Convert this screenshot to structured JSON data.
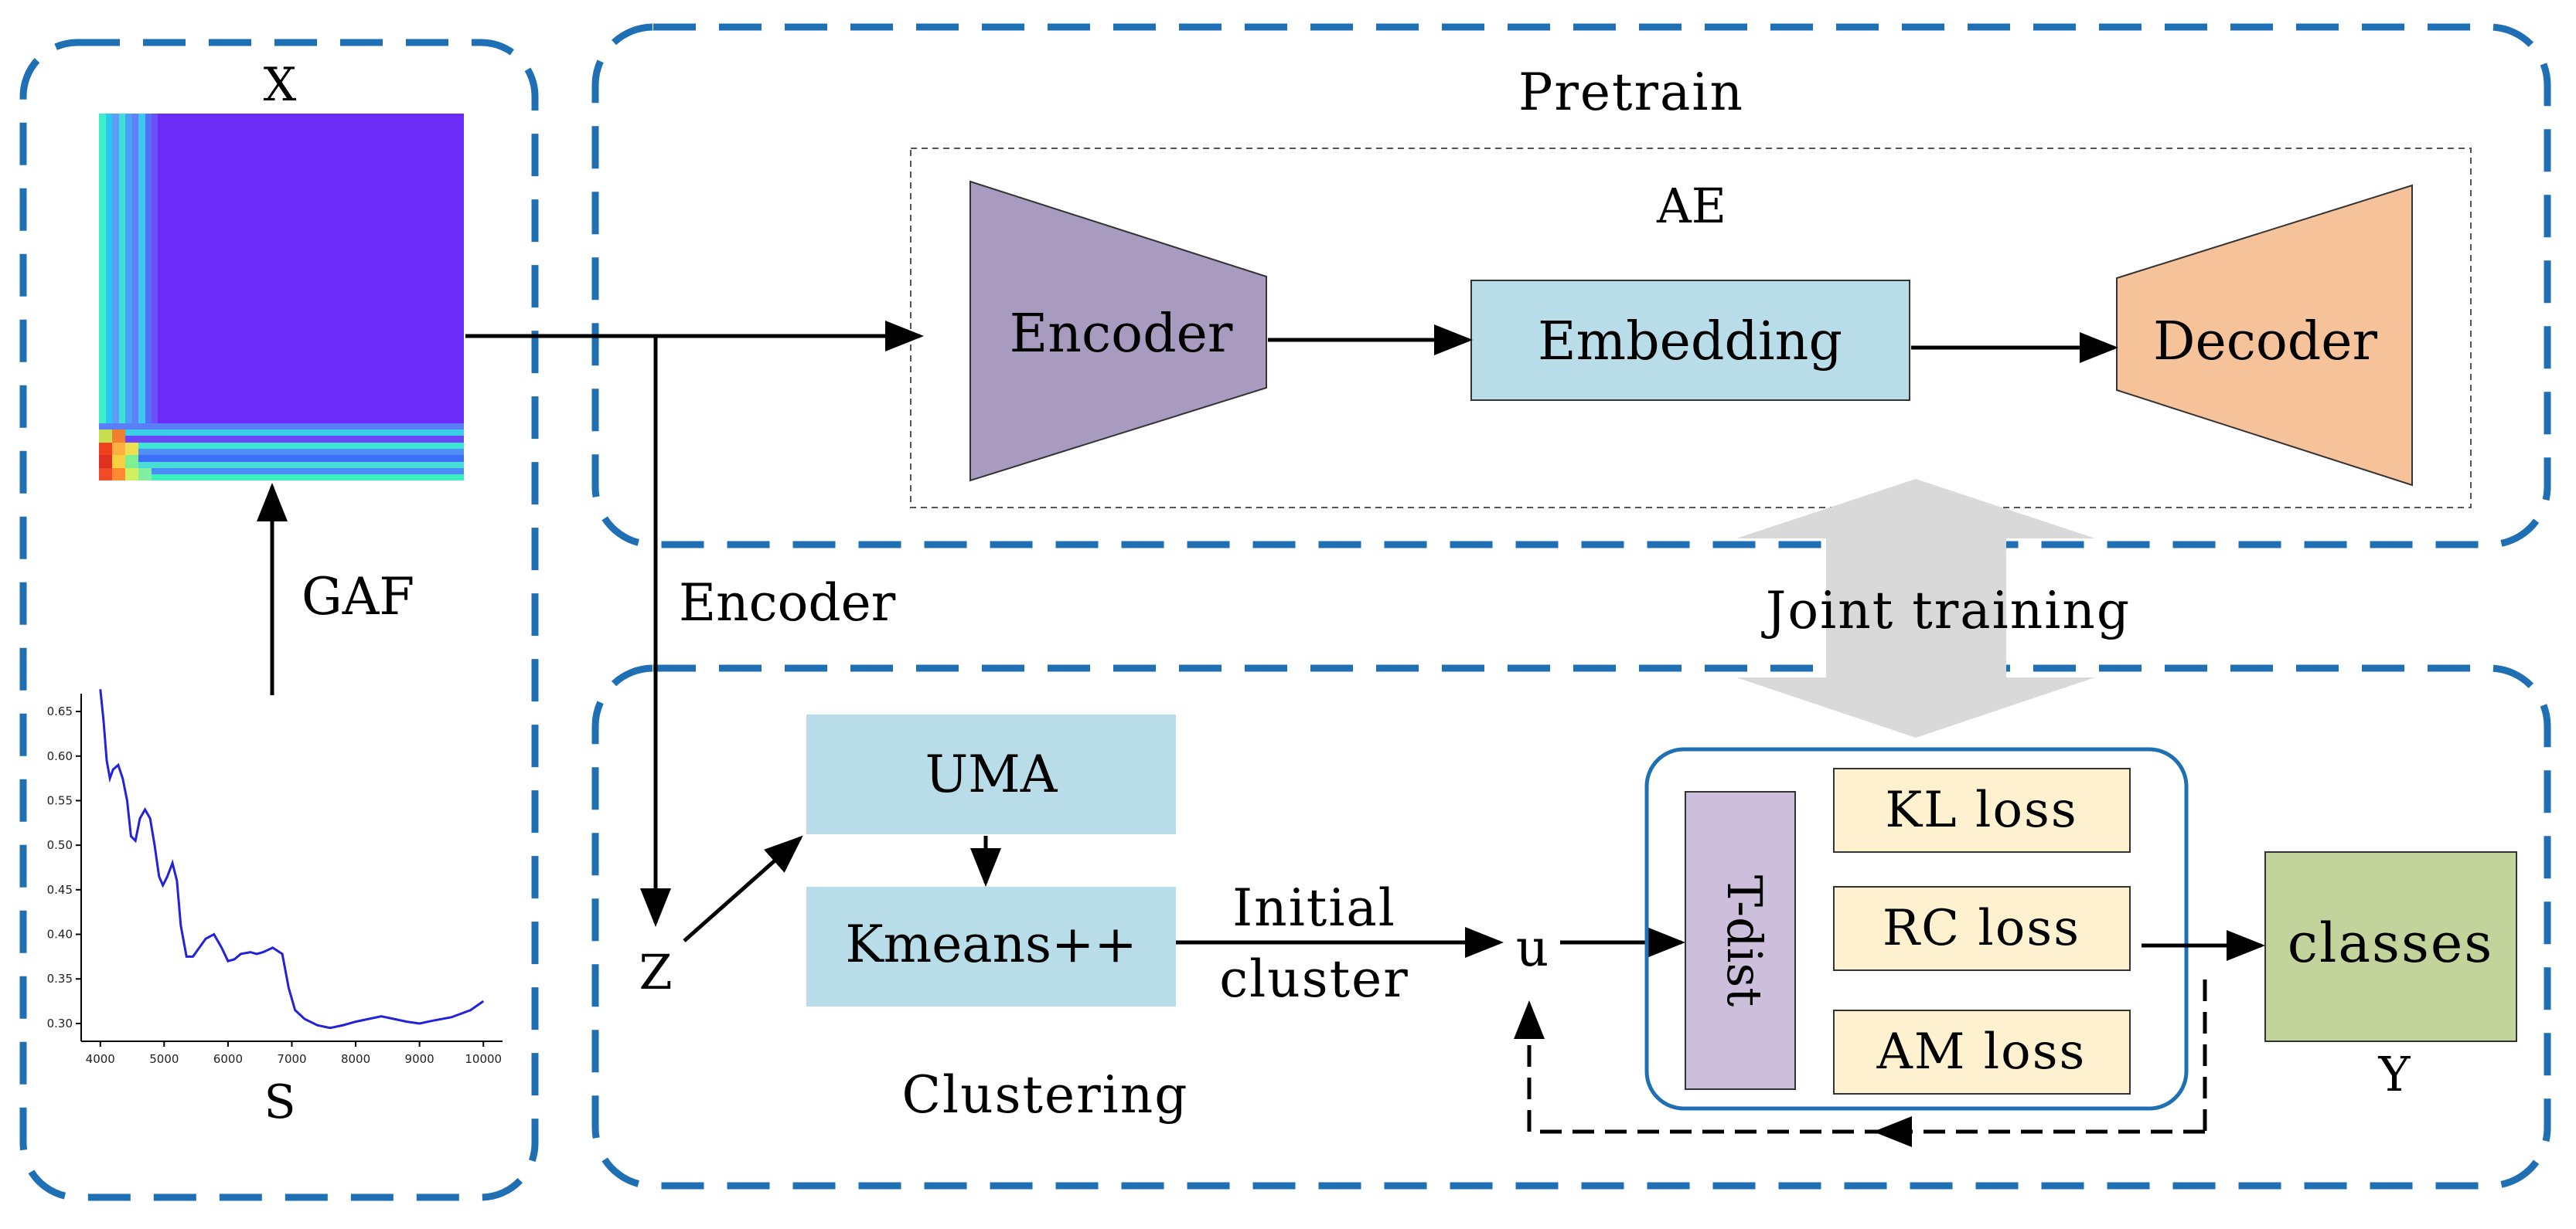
{
  "left_panel": {
    "x_label": "X",
    "gaf_label": "GAF",
    "s_label": "S",
    "plot": {
      "x_ticks": [
        "4000",
        "5000",
        "6000",
        "7000",
        "8000",
        "9000",
        "10000"
      ],
      "y_ticks": [
        "0.30",
        "0.35",
        "0.40",
        "0.45",
        "0.50",
        "0.55",
        "0.60",
        "0.65"
      ],
      "xlim": [
        3700,
        10300
      ],
      "ylim": [
        0.28,
        0.67
      ],
      "line_color": "#2222dd",
      "points": [
        [
          4000,
          0.675
        ],
        [
          4050,
          0.64
        ],
        [
          4100,
          0.595
        ],
        [
          4150,
          0.575
        ],
        [
          4200,
          0.585
        ],
        [
          4280,
          0.59
        ],
        [
          4350,
          0.575
        ],
        [
          4420,
          0.55
        ],
        [
          4480,
          0.51
        ],
        [
          4550,
          0.505
        ],
        [
          4620,
          0.53
        ],
        [
          4700,
          0.54
        ],
        [
          4780,
          0.53
        ],
        [
          4850,
          0.5
        ],
        [
          4920,
          0.465
        ],
        [
          4980,
          0.455
        ],
        [
          5050,
          0.465
        ],
        [
          5130,
          0.48
        ],
        [
          5200,
          0.46
        ],
        [
          5260,
          0.41
        ],
        [
          5350,
          0.375
        ],
        [
          5450,
          0.375
        ],
        [
          5550,
          0.385
        ],
        [
          5650,
          0.395
        ],
        [
          5780,
          0.4
        ],
        [
          5900,
          0.385
        ],
        [
          6000,
          0.37
        ],
        [
          6100,
          0.372
        ],
        [
          6200,
          0.378
        ],
        [
          6350,
          0.38
        ],
        [
          6450,
          0.378
        ],
        [
          6550,
          0.38
        ],
        [
          6700,
          0.385
        ],
        [
          6850,
          0.378
        ],
        [
          6950,
          0.34
        ],
        [
          7050,
          0.315
        ],
        [
          7200,
          0.305
        ],
        [
          7400,
          0.298
        ],
        [
          7600,
          0.295
        ],
        [
          7800,
          0.298
        ],
        [
          8000,
          0.302
        ],
        [
          8200,
          0.305
        ],
        [
          8400,
          0.308
        ],
        [
          8600,
          0.305
        ],
        [
          8800,
          0.302
        ],
        [
          9000,
          0.3
        ],
        [
          9200,
          0.303
        ],
        [
          9500,
          0.307
        ],
        [
          9800,
          0.315
        ],
        [
          10000,
          0.325
        ]
      ]
    }
  },
  "pretrain": {
    "title": "Pretrain",
    "ae_label": "AE",
    "encoder": "Encoder",
    "embedding": "Embedding",
    "decoder": "Decoder"
  },
  "encoder_label": "Encoder",
  "joint_training": "Joint training",
  "clustering": {
    "title": "Clustering",
    "z_label": "Z",
    "uma": "UMA",
    "kmeans": "Kmeans++",
    "initial": "Initial",
    "cluster": "cluster",
    "u_label": "u",
    "tdist": "T-dist",
    "losses": [
      "KL loss",
      "RC loss",
      "AM loss"
    ],
    "classes": "classes",
    "y_label": "Y"
  },
  "colors": {
    "dashed_border": "#1f6fb4",
    "encoder_fill": "#a89bc0",
    "embedding_fill": "#b8dde8",
    "decoder_fill": "#f6c29a",
    "uma_fill": "#b8dde8",
    "kmeans_fill": "#b8dde8",
    "tdist_fill": "#cbbfdc",
    "loss_fill": "#fdf1cf",
    "classes_fill": "#c2d49c",
    "joint_arrow": "#d9d9d9",
    "heatmap_base": "#6a2cf6"
  }
}
